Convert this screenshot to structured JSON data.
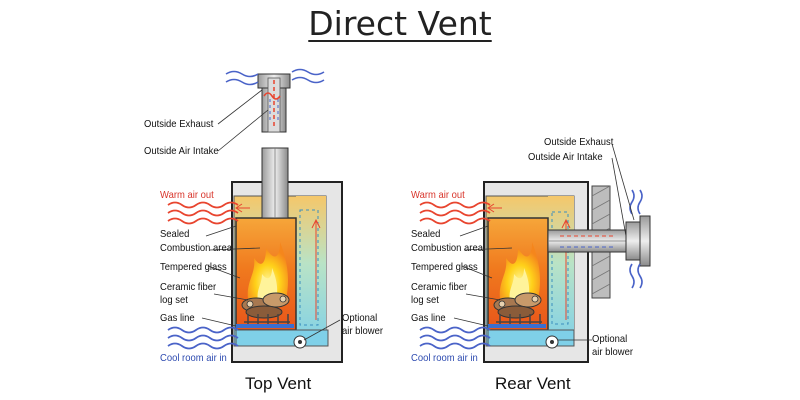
{
  "title": "Direct Vent",
  "colors": {
    "warm_air": "#e8452f",
    "cool_air": "#4a63c8",
    "fireplace_outer": "#e8e8e8",
    "outline": "#222222",
    "combustion": "#f07a1e",
    "flame": "#ffd21a",
    "plenum_cool": "#7fd0e8",
    "plenum_warm": "#f5c76a"
  },
  "top_vent": {
    "caption": "Top Vent",
    "labels": {
      "outside_exhaust": "Outside Exhaust",
      "outside_air_intake": "Outside Air Intake",
      "warm_air_out": "Warm air out",
      "sealed": "Sealed",
      "combustion_area": "Combustion area",
      "tempered_glass": "Tempered glass",
      "ceramic_fiber": "Ceramic fiber",
      "log_set": "log set",
      "gas_line": "Gas line",
      "cool_room_air_in": "Cool room air in",
      "optional": "Optional",
      "air_blower": "air blower"
    }
  },
  "rear_vent": {
    "caption": "Rear Vent",
    "labels": {
      "outside_exhaust": "Outside Exhaust",
      "outside_air_intake": "Outside Air Intake",
      "warm_air_out": "Warm air out",
      "sealed": "Sealed",
      "combustion_area": "Combustion area",
      "tempered_glass": "Tempered glass",
      "ceramic_fiber": "Ceramic fiber",
      "log_set": "log set",
      "gas_line": "Gas line",
      "cool_room_air_in": "Cool room air in",
      "optional": "Optional",
      "air_blower": "air blower"
    }
  }
}
